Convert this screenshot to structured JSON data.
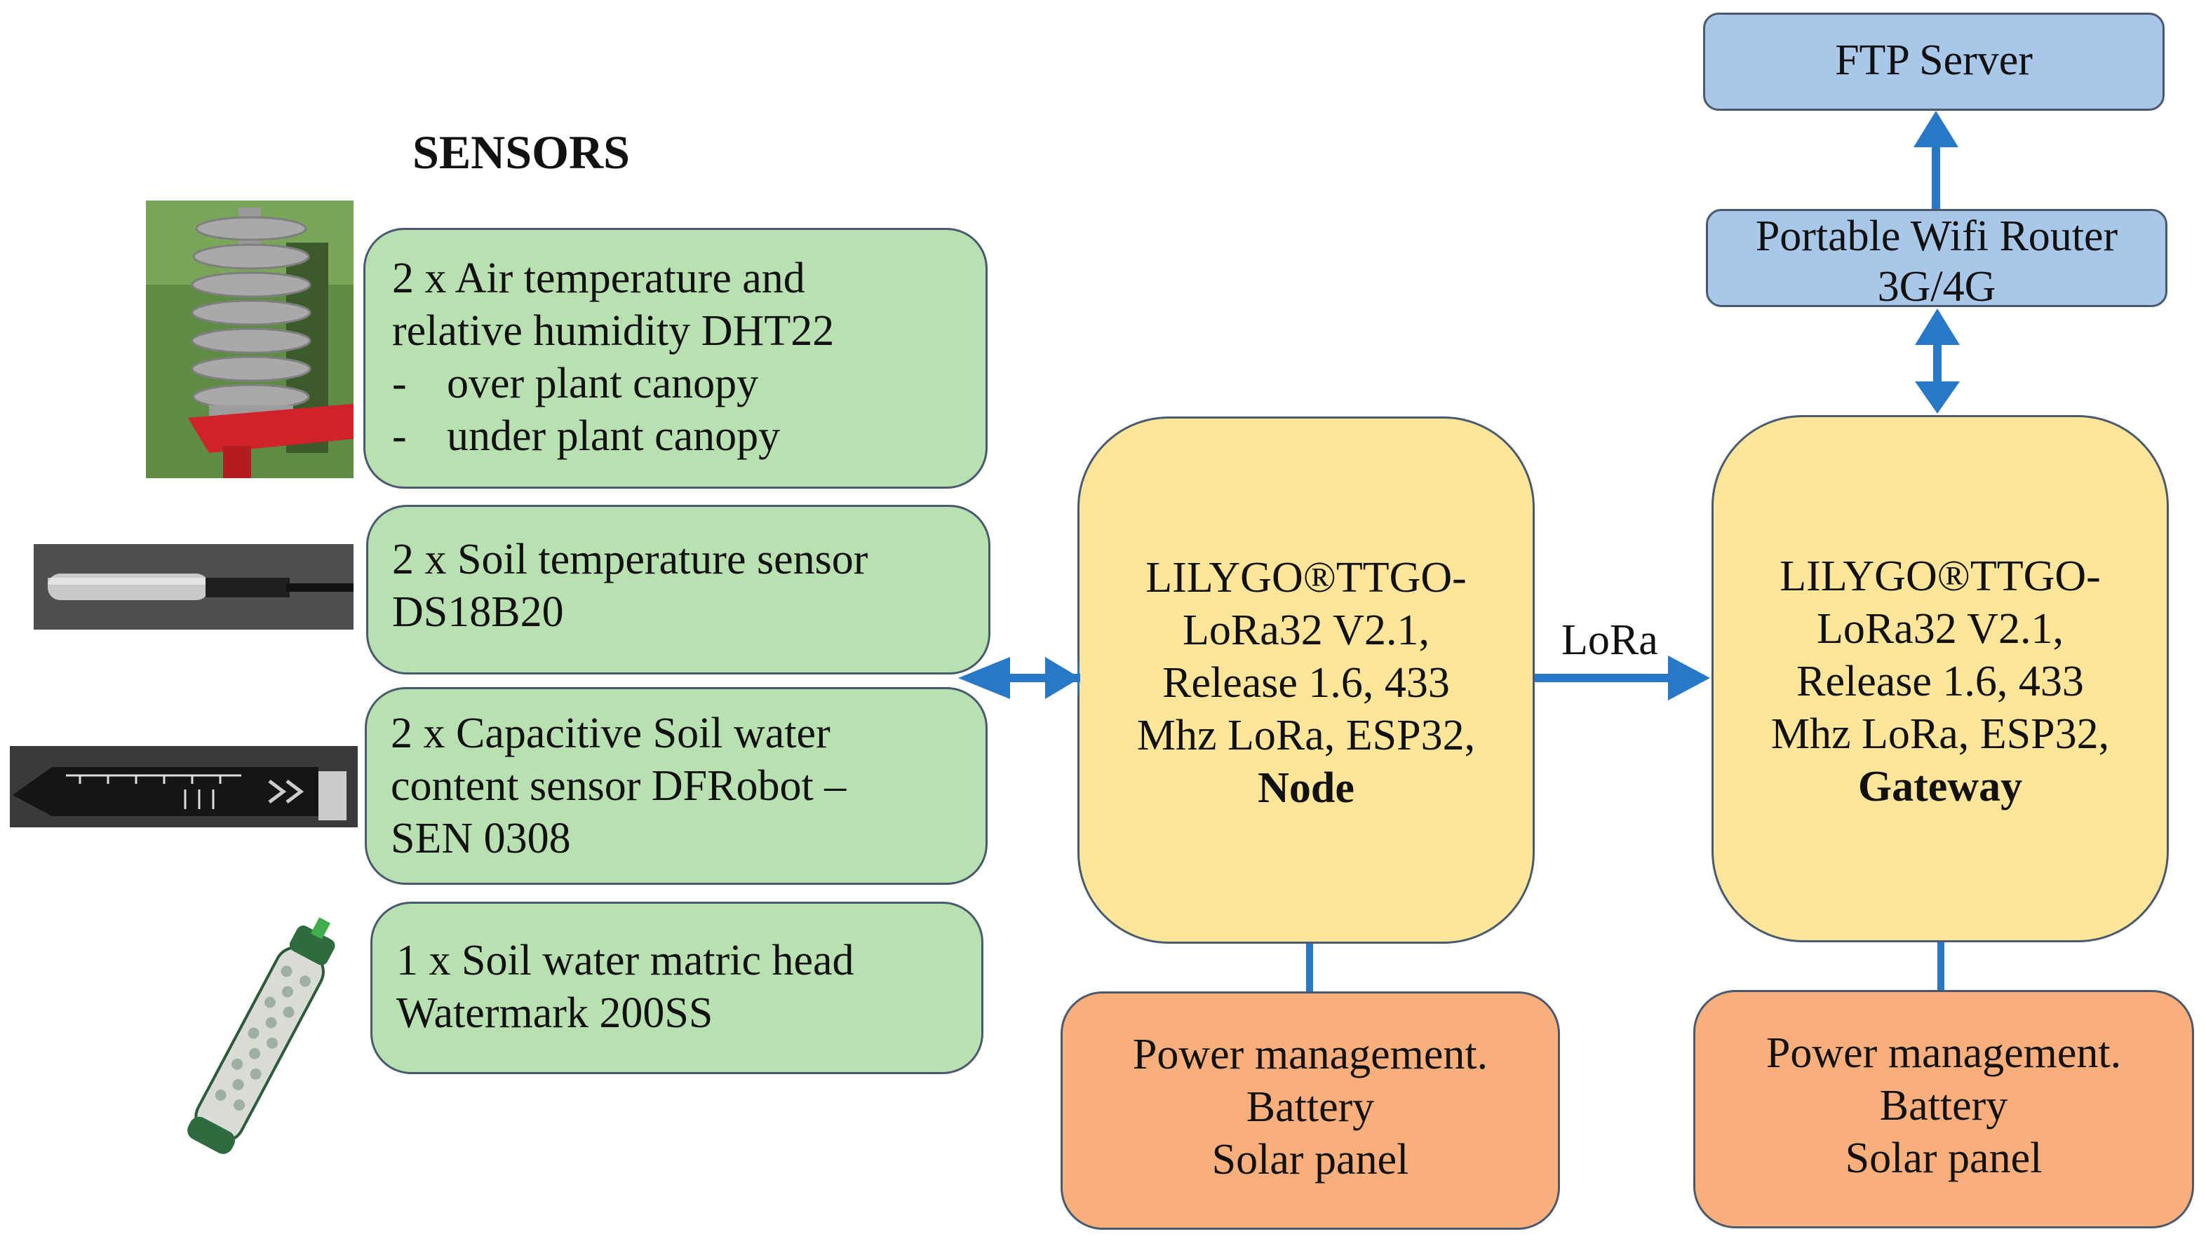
{
  "sensors_header": "SENSORS",
  "sensors": [
    {
      "lines": [
        "2 x Air temperature and",
        "relative humidity  DHT22"
      ],
      "bullets": [
        "over plant  canopy",
        "under plant canopy"
      ]
    },
    {
      "lines": [
        "2 x Soil temperature sensor",
        "DS18B20"
      ],
      "bullets": []
    },
    {
      "lines": [
        "2 x Capacitive Soil water",
        "content sensor DFRobot –",
        "SEN 0308"
      ],
      "bullets": []
    },
    {
      "lines": [
        "1 x Soil water matric head",
        "Watermark 200SS"
      ],
      "bullets": []
    }
  ],
  "bullet_dash": "-",
  "node": {
    "lines": [
      "LILYGO®TTGO-",
      "LoRa32 V2.1,",
      "Release 1.6, 433",
      "Mhz LoRa, ESP32,"
    ],
    "role": "Node"
  },
  "gateway": {
    "lines": [
      "LILYGO®TTGO-",
      "LoRa32 V2.1,",
      "Release 1.6, 433",
      "Mhz LoRa, ESP32,"
    ],
    "role": "Gateway"
  },
  "link_label": "LoRa",
  "power_node": [
    "Power management.",
    "Battery",
    "Solar panel"
  ],
  "power_gateway": [
    "Power management.",
    "Battery",
    "Solar panel"
  ],
  "router": [
    "Portable Wifi Router",
    "3G/4G"
  ],
  "server": "FTP Server",
  "colors": {
    "sensor_fill": "#b8e0b0",
    "controller_fill": "#fde59a",
    "power_fill": "#f9af7c",
    "network_fill": "#a9c7e8",
    "arrow": "#2878c8",
    "border": "#4a5a6e"
  },
  "icons": [
    "radiation-shield-photo",
    "temperature-probe-photo",
    "soil-moisture-probe-photo",
    "watermark-sensor-photo"
  ]
}
